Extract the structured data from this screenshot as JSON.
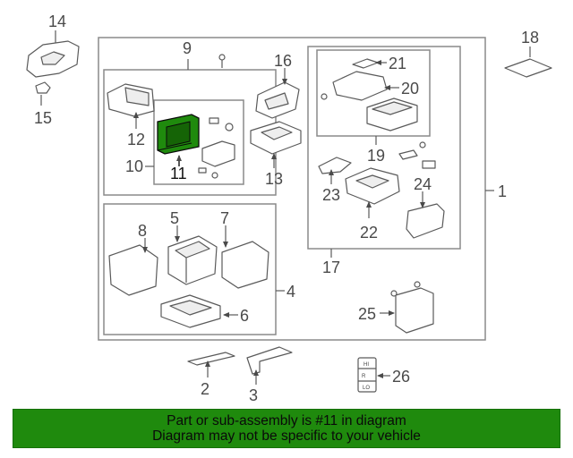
{
  "diagram": {
    "highlight_color": "#1f8a0d",
    "highlighted_part": "11",
    "callouts": {
      "c1": "1",
      "c2": "2",
      "c3": "3",
      "c4": "4",
      "c5": "5",
      "c6": "6",
      "c7": "7",
      "c8": "8",
      "c9": "9",
      "c10": "10",
      "c11": "11",
      "c12": "12",
      "c13": "13",
      "c14": "14",
      "c15": "15",
      "c16": "16",
      "c17": "17",
      "c18": "18",
      "c19": "19",
      "c20": "20",
      "c21": "21",
      "c22": "22",
      "c23": "23",
      "c24": "24",
      "c25": "25",
      "c26": "26"
    },
    "switch_labels": {
      "hi": "HI",
      "mid": "R",
      "lo": "LO"
    }
  },
  "footer": {
    "line1": "Part or sub-assembly is #11 in diagram",
    "line2": "Diagram may not be specific to your vehicle",
    "background_color": "#1f8a0d"
  }
}
